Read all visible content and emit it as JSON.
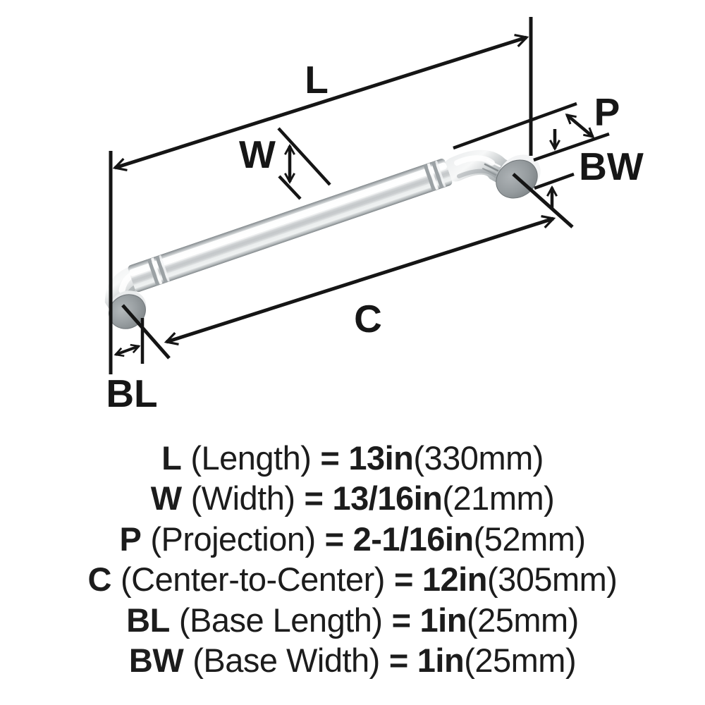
{
  "diagram": {
    "labels": {
      "L": "L",
      "W": "W",
      "P": "P",
      "BW": "BW",
      "C": "C",
      "BL": "BL"
    },
    "colors": {
      "line": "#151515",
      "metal_highlight": "#fafbfb",
      "metal_mid": "#c9cdcf",
      "metal_dark": "#7f8588",
      "disc_face": "#9aa0a3"
    }
  },
  "specs": [
    {
      "abbr": "L",
      "name": "(Length)",
      "eq": "=",
      "value": "13in",
      "metric": "(330mm)"
    },
    {
      "abbr": "W",
      "name": "(Width)",
      "eq": "=",
      "value": "13/16in",
      "metric": "(21mm)"
    },
    {
      "abbr": "P",
      "name": "(Projection)",
      "eq": "=",
      "value": "2-1/16in",
      "metric": "(52mm)"
    },
    {
      "abbr": "C",
      "name": "(Center-to-Center)",
      "eq": "=",
      "value": "12in",
      "metric": "(305mm)"
    },
    {
      "abbr": "BL",
      "name": "(Base Length)",
      "eq": "=",
      "value": "1in",
      "metric": "(25mm)"
    },
    {
      "abbr": "BW",
      "name": "(Base Width)",
      "eq": "=",
      "value": "1in",
      "metric": "(25mm)"
    }
  ]
}
